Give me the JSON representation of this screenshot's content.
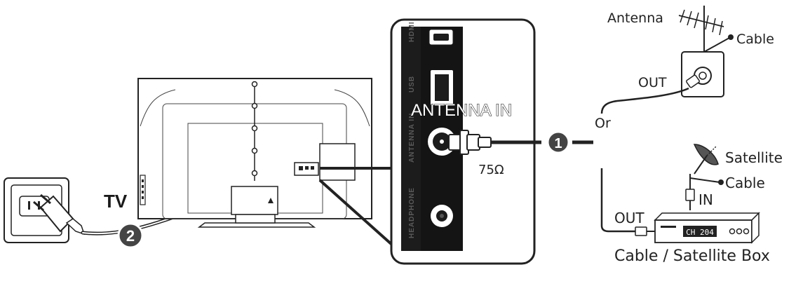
{
  "labels": {
    "tv": "TV",
    "antenna_in": "ANTENNA IN",
    "impedance": "75Ω",
    "antenna": "Antenna",
    "cable_top": "Cable",
    "out_top": "OUT",
    "or": "Or",
    "satellite": "Satellite",
    "cable_bottom": "Cable",
    "in": "IN",
    "out_bottom": "OUT",
    "box_name": "Cable / Satellite Box",
    "box_display": "CH 204"
  },
  "port_labels": {
    "hdmi": "HDMI",
    "usb": "USB",
    "antenna_in_small": "ANTENNA IN",
    "headphone": "HEADPHONE"
  },
  "steps": [
    "1",
    "2"
  ],
  "colors": {
    "ink": "#1a1a1a",
    "panel": "#1c1c1c",
    "badge": "#444444",
    "line": "#222222"
  }
}
